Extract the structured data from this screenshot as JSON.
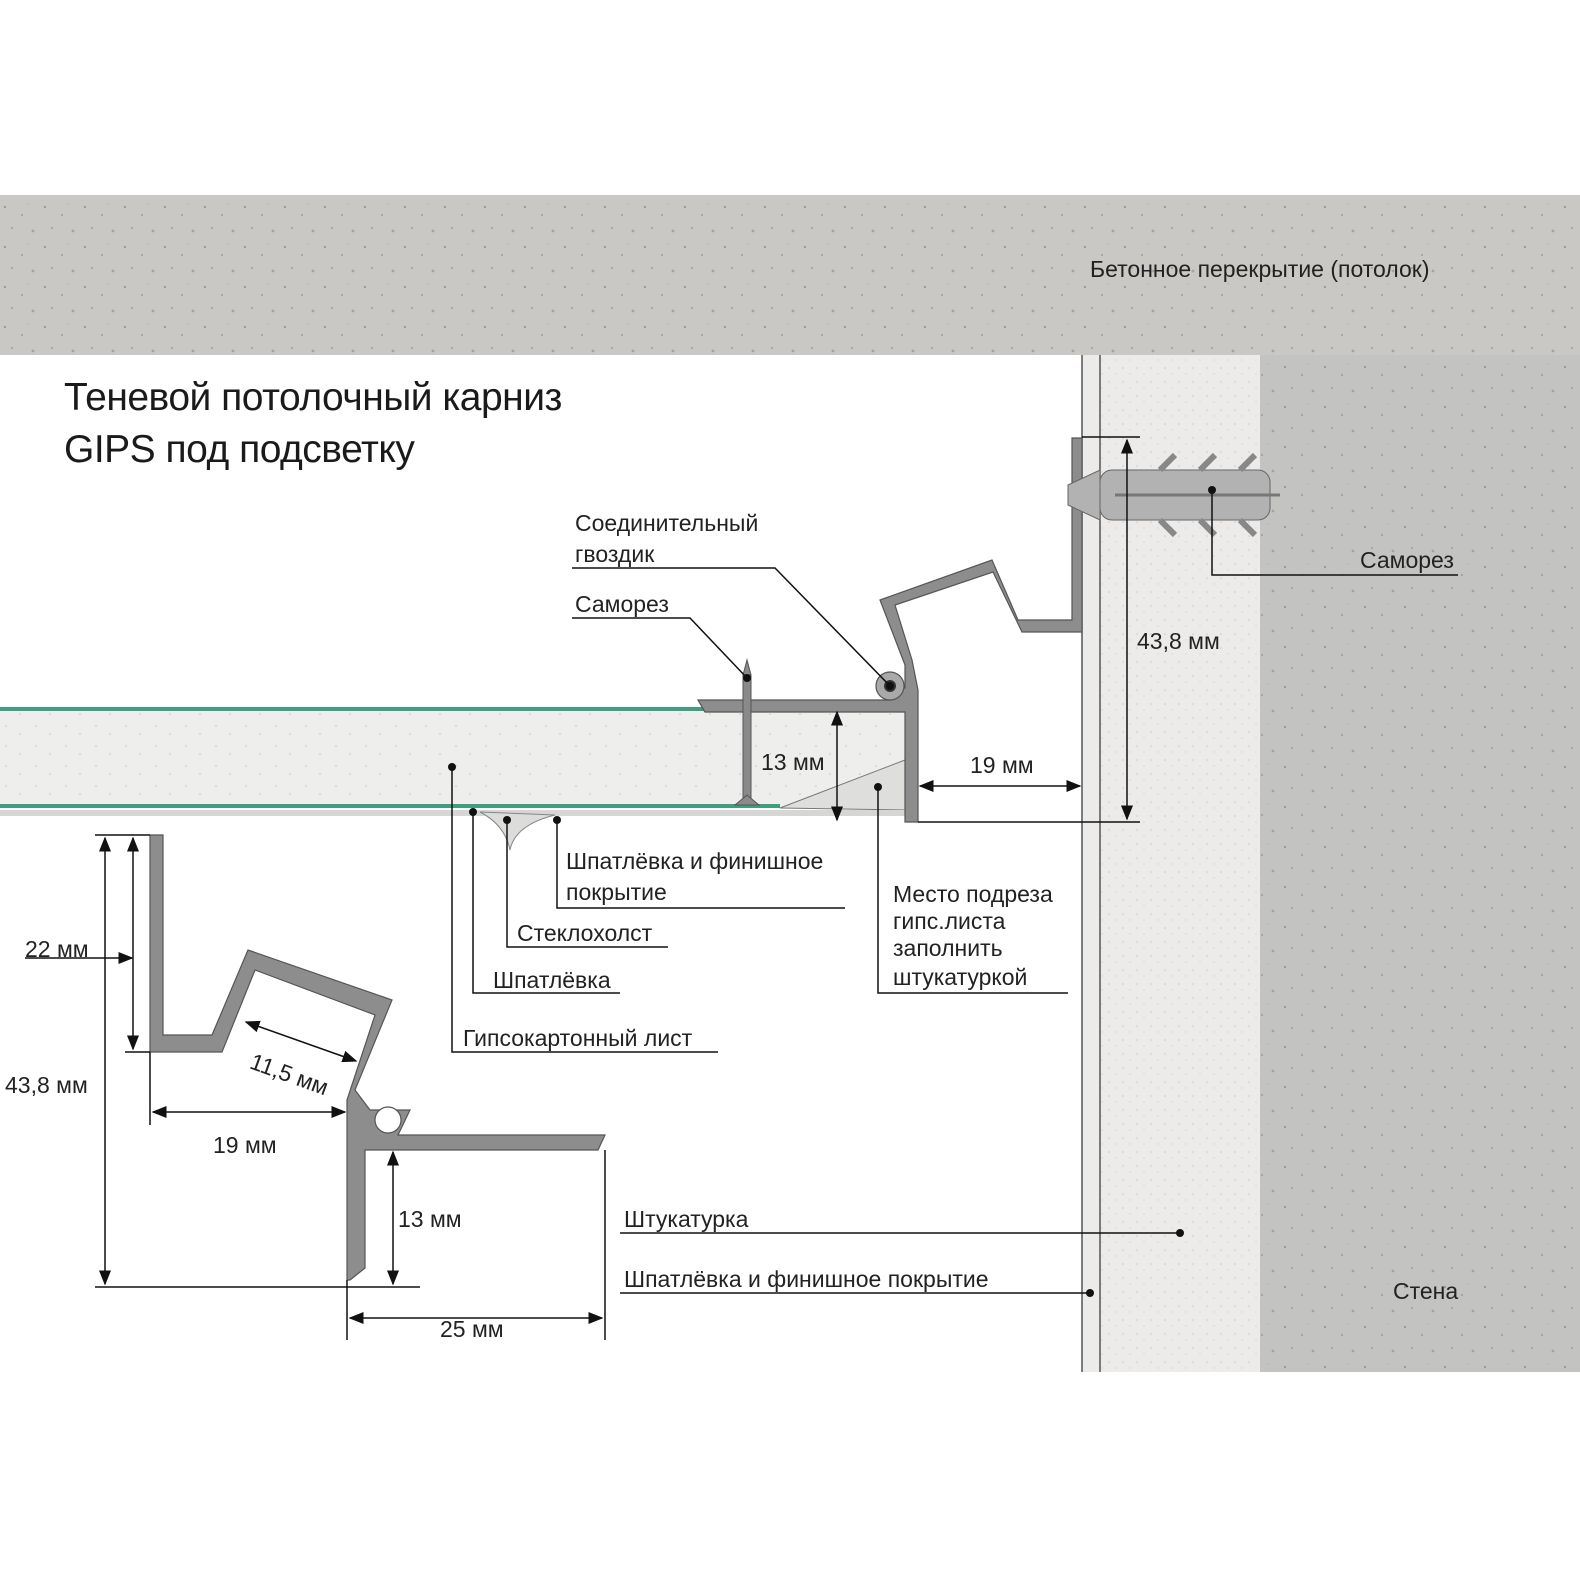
{
  "title": {
    "line1": "Теневой потолочный карниз",
    "line2": "GIPS под подсветку"
  },
  "labels": {
    "ceiling": "Бетонное перекрытие (потолок)",
    "connector_nail_1": "Соединительный",
    "connector_nail_2": "гвоздик",
    "screw_left": "Саморез",
    "screw_right": "Саморез",
    "putty_finish_1": "Шпатлёвка и финишное",
    "putty_finish_2": "покрытие",
    "fiberglass": "Стеклохолст",
    "putty": "Шпатлёвка",
    "drywall": "Гипсокартонный лист",
    "cut_1": "Место подреза",
    "cut_2": "гипс.листа",
    "cut_3": "заполнить",
    "cut_4": "штукатуркой",
    "plaster": "Штукатурка",
    "wall_putty_finish": "Шпатлёвка и финишное покрытие",
    "wall": "Стена"
  },
  "dimensions": {
    "install_height": "43,8 мм",
    "install_board": "13 мм",
    "install_gap": "19 мм",
    "profile_22": "22 мм",
    "profile_height": "43,8 мм",
    "profile_channel": "11,5 мм",
    "profile_19": "19 мм",
    "profile_13": "13 мм",
    "profile_25": "25 мм"
  },
  "colors": {
    "concrete": "#c6c5c1",
    "plaster": "#ebebea",
    "board_edge": "#3f9e80",
    "profile": "#8c8c8c"
  }
}
